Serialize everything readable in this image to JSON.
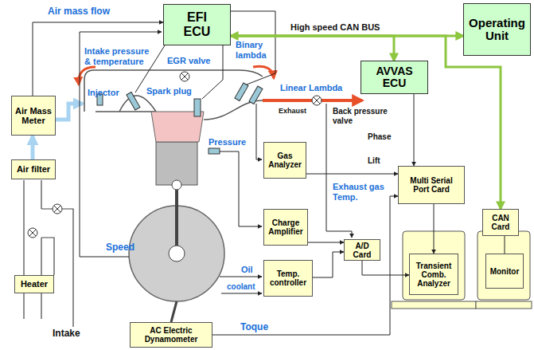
{
  "diagram": {
    "nodes": [
      {
        "text": [
          "EFI ECU"
        ]
      },
      {
        "text": [
          "Operating Unit"
        ]
      },
      {
        "text": [
          "AVVAS ECU"
        ]
      },
      {
        "text": [
          "Air Mass Meter"
        ]
      },
      {
        "text": [
          "Air filter"
        ]
      },
      {
        "text": [
          "Heater"
        ]
      },
      {
        "text": [
          "Gas Analyzer"
        ]
      },
      {
        "text": [
          "Charge Amplifier"
        ]
      },
      {
        "text": [
          "Temp. controller"
        ]
      },
      {
        "text": [
          "A/D Card"
        ]
      },
      {
        "text": [
          "Multi Serial Port Card"
        ]
      },
      {
        "text": [
          "Transient Comb. Analyzer"
        ]
      },
      {
        "text": [
          "CAN Card"
        ]
      },
      {
        "text": [
          "Monitor"
        ]
      },
      {
        "text": [
          "AC Electric Dynamometer"
        ]
      }
    ],
    "edges": [
      {
        "from": 0,
        "to": 1,
        "arrow": "both"
      },
      {
        "from": 0,
        "to": 2,
        "arrow": "to"
      },
      {
        "from": 0,
        "to": 12,
        "arrow": "to"
      },
      {
        "from": 3,
        "to": 0,
        "arrow": "to"
      },
      {
        "from": 4,
        "to": 3,
        "arrow": "to"
      },
      {
        "from": 6,
        "to": 10,
        "arrow": "to"
      },
      {
        "from": 7,
        "to": 9,
        "arrow": "to"
      },
      {
        "from": 8,
        "to": 9,
        "arrow": "to"
      },
      {
        "from": 9,
        "to": 11,
        "arrow": "to"
      },
      {
        "from": 10,
        "to": 11,
        "arrow": "to"
      },
      {
        "from": 12,
        "to": 13,
        "arrow": "none"
      },
      {
        "from": 14,
        "to": 10,
        "label": "Toque",
        "arrow": "to"
      },
      {
        "from": 2,
        "to": 10,
        "arrow": "to"
      }
    ],
    "labels": [
      "Air mass flow",
      "High speed CAN BUS",
      "Intake pressure & temperature",
      "EGR valve",
      "Binary lambda",
      "Injector",
      "Spark plug",
      "Linear Lambda",
      "Exhaust",
      "Back pressure valve",
      "Phase",
      "Lift",
      "Pressure",
      "Exhaust gas Temp.",
      "Speed",
      "Oil",
      "coolant",
      "Intake"
    ]
  }
}
